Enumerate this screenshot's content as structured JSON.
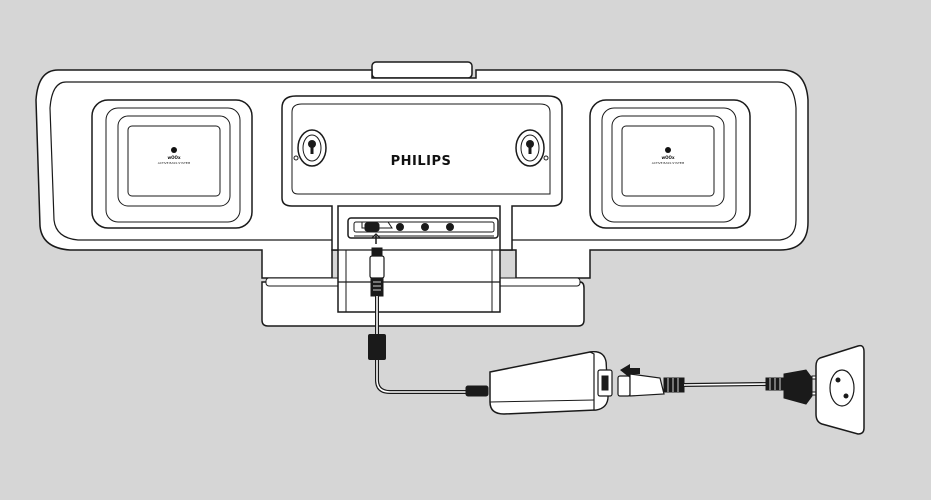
{
  "diagram": {
    "brand_label": "PHILIPS",
    "speaker_badge": {
      "name": "wOOx",
      "caption": "ACTIVE BASS SYSTEM"
    },
    "colors": {
      "background": "#d6d6d6",
      "device_fill": "#ffffff",
      "line": "#1a1a1a",
      "accent": "#111111"
    },
    "icons": [
      "dc-plug-icon",
      "ferrite-core-icon",
      "power-adapter-icon",
      "ac-plug-icon",
      "wall-outlet-icon",
      "insert-arrow-icon"
    ]
  }
}
